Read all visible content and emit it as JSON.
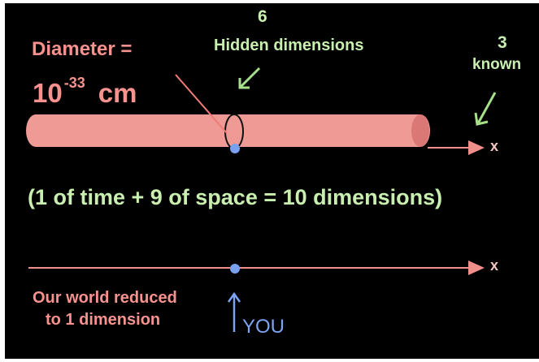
{
  "diameter": {
    "label": "Diameter =",
    "base": "10",
    "exponent": "-33",
    "unit": "cm"
  },
  "hidden": {
    "count": "6",
    "label": "Hidden dimensions"
  },
  "known": {
    "count": "3",
    "label": "known"
  },
  "axis_label_top": "x",
  "axis_label_bottom": "x",
  "equation": "(1 of time + 9 of space = 10 dimensions)",
  "world_caption": {
    "line1": "Our world reduced",
    "line2": "to 1 dimension"
  },
  "you_label": "YOU",
  "colors": {
    "background": "#000000",
    "tube": "#f09a96",
    "tube_end": "#d97874",
    "axis": "#f08e8a",
    "pointer_green": "#a6e08a",
    "dot_blue": "#7aa0f0"
  }
}
